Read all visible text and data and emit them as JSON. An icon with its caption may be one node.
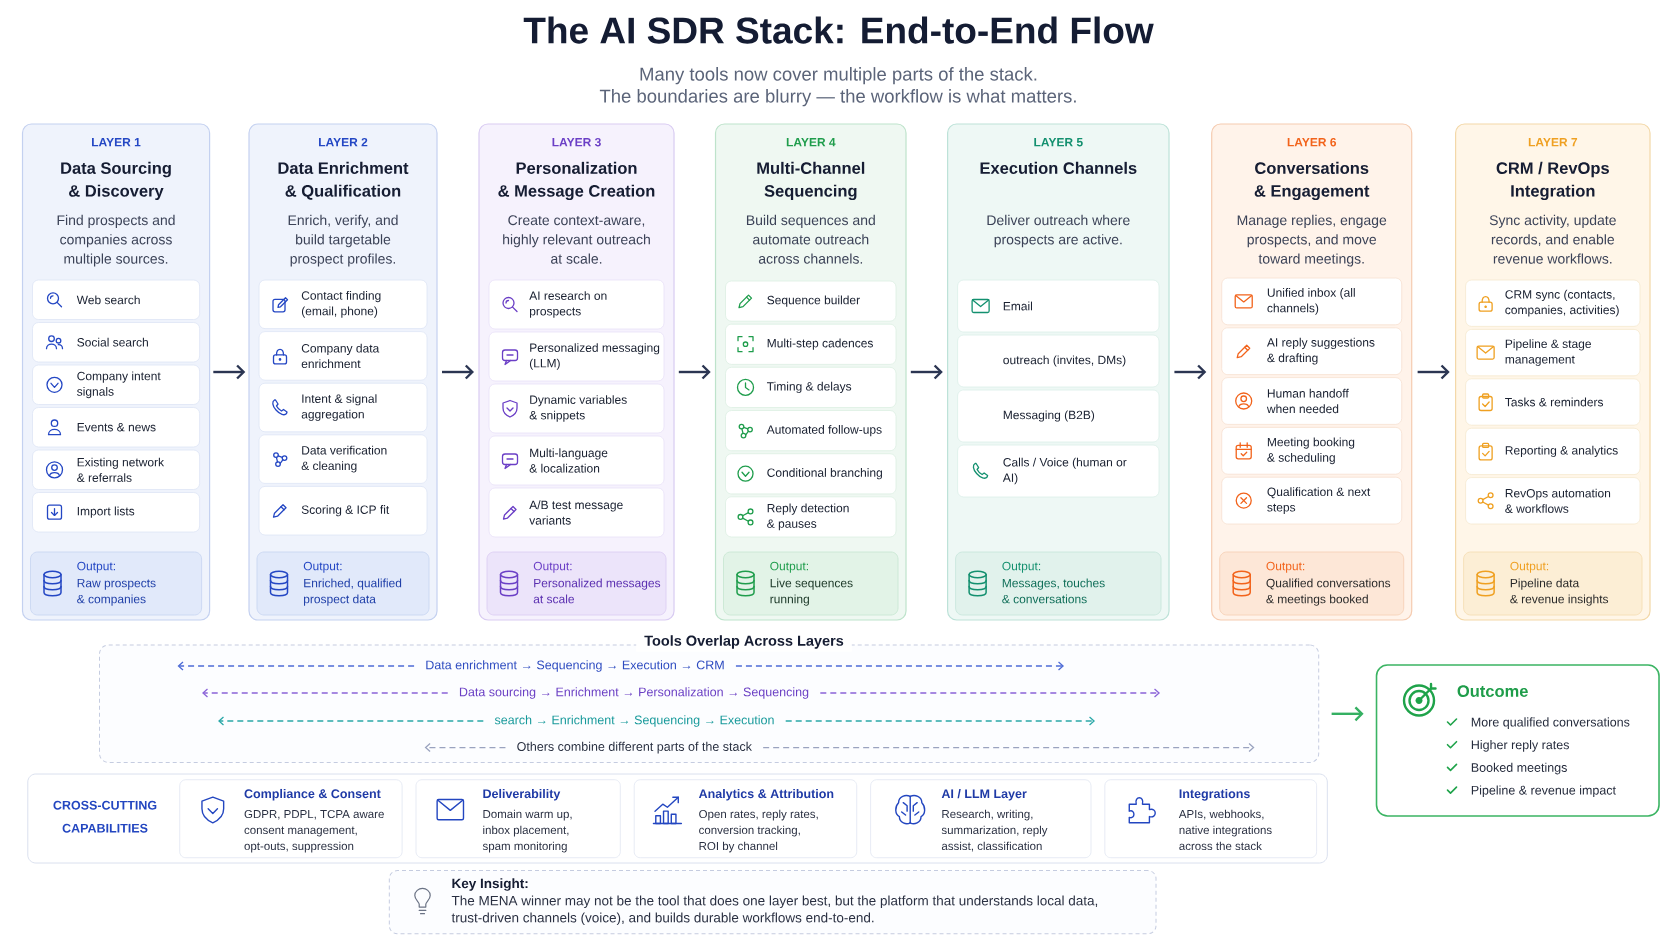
{
  "diagram": {
    "title": "The AI SDR Stack: End-to-End Flow",
    "nodes": [
      {
        "text": [
          "LAYER 1",
          "Data Sourcing & Discovery",
          "Find prospects and companies across multiple sources."
        ]
      },
      {
        "text": [
          "Web search"
        ],
        "in": 0
      },
      {
        "text": [
          "Social search"
        ],
        "in": 0
      },
      {
        "text": [
          "Company intent signals"
        ],
        "in": 0
      },
      {
        "text": [
          "Events & news"
        ],
        "in": 0
      },
      {
        "text": [
          "Existing network & referrals"
        ],
        "in": 0
      },
      {
        "text": [
          "Import lists"
        ],
        "in": 0
      },
      {
        "text": [
          "Output:",
          "Raw prospects & companies"
        ],
        "in": 0
      },
      {
        "text": [
          "LAYER 2",
          "Data Enrichment & Qualification",
          "Enrich, verify, and build targetable prospect profiles."
        ]
      },
      {
        "text": [
          "Contact finding (email, phone)"
        ],
        "in": 8
      },
      {
        "text": [
          "Company data enrichment"
        ],
        "in": 8
      },
      {
        "text": [
          "Intent & signal aggregation"
        ],
        "in": 8
      },
      {
        "text": [
          "Data verification & cleaning"
        ],
        "in": 8
      },
      {
        "text": [
          "Scoring & ICP fit"
        ],
        "in": 8
      },
      {
        "text": [
          "Output:",
          "Enriched, qualified prospect data"
        ],
        "in": 8
      },
      {
        "text": [
          "LAYER 3",
          "Personalization & Message Creation",
          "Create context-aware, highly relevant outreach at scale."
        ]
      },
      {
        "text": [
          "AI research on prospects"
        ],
        "in": 15
      },
      {
        "text": [
          "Personalized messaging (LLM)"
        ],
        "in": 15
      },
      {
        "text": [
          "Dynamic variables & snippets"
        ],
        "in": 15
      },
      {
        "text": [
          "Multi-language & localization"
        ],
        "in": 15
      },
      {
        "text": [
          "A/B test message variants"
        ],
        "in": 15
      },
      {
        "text": [
          "Output:",
          "Personalized messages at scale"
        ],
        "in": 15
      },
      {
        "text": [
          "LAYER 4",
          "Multi-Channel Sequencing",
          "Build sequences and automate outreach across channels."
        ]
      },
      {
        "text": [
          "Sequence builder"
        ],
        "in": 22
      },
      {
        "text": [
          "Multi-step cadences"
        ],
        "in": 22
      },
      {
        "text": [
          "Timing & delays"
        ],
        "in": 22
      },
      {
        "text": [
          "Automated follow-ups"
        ],
        "in": 22
      },
      {
        "text": [
          "Conditional branching"
        ],
        "in": 22
      },
      {
        "text": [
          "Reply detection & pauses"
        ],
        "in": 22
      },
      {
        "text": [
          "Output:",
          "Live sequences running"
        ],
        "in": 22
      },
      {
        "text": [
          "LAYER 5",
          "Execution Channels",
          "Deliver outreach where prospects are active."
        ]
      },
      {
        "text": [
          "Email"
        ],
        "in": 30
      },
      {
        "text": [
          "outreach (invites, DMs)"
        ],
        "in": 30
      },
      {
        "text": [
          "Messaging (B2B)"
        ],
        "in": 30
      },
      {
        "text": [
          "Calls / Voice (human or AI)"
        ],
        "in": 30
      },
      {
        "text": [
          "Output:",
          "Messages, touches & conversations"
        ],
        "in": 30
      },
      {
        "text": [
          "LAYER 6",
          "Conversations & Engagement",
          "Manage replies, engage prospects, and move toward meetings."
        ]
      },
      {
        "text": [
          "Unified inbox (all channels)"
        ],
        "in": 36
      },
      {
        "text": [
          "AI reply suggestions & drafting"
        ],
        "in": 36
      },
      {
        "text": [
          "Human handoff when needed"
        ],
        "in": 36
      },
      {
        "text": [
          "Meeting booking & scheduling"
        ],
        "in": 36
      },
      {
        "text": [
          "Qualification & next steps"
        ],
        "in": 36
      },
      {
        "text": [
          "Output:",
          "Qualified conversations & meetings booked"
        ],
        "in": 36
      },
      {
        "text": [
          "LAYER 7",
          "CRM / RevOps Integration",
          "Sync activity, update records, and enable revenue workflows."
        ]
      },
      {
        "text": [
          "CRM sync (contacts, companies, activities)"
        ],
        "in": 43
      },
      {
        "text": [
          "Pipeline & stage management"
        ],
        "in": 43
      },
      {
        "text": [
          "Tasks & reminders"
        ],
        "in": 43
      },
      {
        "text": [
          "Reporting & analytics"
        ],
        "in": 43
      },
      {
        "text": [
          "RevOps automation & workflows"
        ],
        "in": 43
      },
      {
        "text": [
          "Output:",
          "Pipeline data & revenue insights"
        ],
        "in": 43
      },
      {
        "text": [
          "Tools Overlap Across Layers"
        ]
      },
      {
        "text": [
          "Data enrichment → Sequencing → Execution → CRM"
        ],
        "in": 50
      },
      {
        "text": [
          "Data sourcing → Enrichment → Personalization → Sequencing"
        ],
        "in": 50
      },
      {
        "text": [
          "search → Enrichment → Sequencing → Execution"
        ],
        "in": 50
      },
      {
        "text": [
          "Others combine different parts of the stack"
        ],
        "in": 50
      },
      {
        "text": [
          "Outcome",
          "More qualified conversations",
          "Higher reply rates",
          "Booked meetings",
          "Pipeline & revenue impact"
        ]
      },
      {
        "text": [
          "CROSS-CUTTING CAPABILITIES"
        ]
      },
      {
        "text": [
          "Compliance & Consent",
          "GDPR, PDPL, TCPA aware consent management, opt-outs, suppression"
        ],
        "in": 56
      },
      {
        "text": [
          "Deliverability",
          "Domain warm up, inbox placement, spam monitoring"
        ],
        "in": 56
      },
      {
        "text": [
          "Analytics & Attribution",
          "Open rates, reply rates, conversion tracking, ROI by channel"
        ],
        "in": 56
      },
      {
        "text": [
          "AI / LLM Layer",
          "Research, writing, summarization, reply assist, classification"
        ],
        "in": 56
      },
      {
        "text": [
          "Integrations",
          "APIs, webhooks, native integrations across the stack"
        ],
        "in": 56
      },
      {
        "text": [
          "Key Insight:",
          "The MENA winner may not be the tool that does one layer best, but the platform that understands local data, trust-driven channels (voice), and builds durable workflows end-to-end."
        ]
      }
    ],
    "edges": [
      {
        "from": 0,
        "to": 8,
        "arrow": "to"
      },
      {
        "from": 8,
        "to": 15,
        "arrow": "to"
      },
      {
        "from": 15,
        "to": 22,
        "arrow": "to"
      },
      {
        "from": 22,
        "to": 30,
        "arrow": "to"
      },
      {
        "from": 30,
        "to": 36,
        "arrow": "to"
      },
      {
        "from": 36,
        "to": 43,
        "arrow": "to"
      },
      {
        "from": 51,
        "to": null,
        "arrow": "to",
        "style": "dashed",
        "color": "#4d6bd6"
      },
      {
        "from": 51,
        "to": null,
        "arrow": "to",
        "style": "dashed",
        "color": "#4d6bd6"
      },
      {
        "from": 52,
        "to": null,
        "arrow": "to",
        "style": "dashed",
        "color": "#8a63d8"
      },
      {
        "from": 52,
        "to": null,
        "arrow": "to",
        "style": "dashed",
        "color": "#8a63d8"
      },
      {
        "from": 53,
        "to": null,
        "arrow": "to",
        "style": "dashed",
        "color": "#2aa8a8"
      },
      {
        "from": 53,
        "to": null,
        "arrow": "to",
        "style": "dashed",
        "color": "#2aa8a8"
      },
      {
        "from": 54,
        "to": null,
        "arrow": "to",
        "style": "dashed",
        "color": "#9aa3bf"
      },
      {
        "from": 54,
        "to": null,
        "arrow": "to",
        "style": "dashed",
        "color": "#9aa3bf"
      },
      {
        "from": 50,
        "to": 55,
        "arrow": "to",
        "color": "#35b062"
      }
    ],
    "labels": [
      "Many tools now cover multiple parts of the stack.",
      "The boundaries are blurry — the workflow is what matters."
    ]
  }
}
